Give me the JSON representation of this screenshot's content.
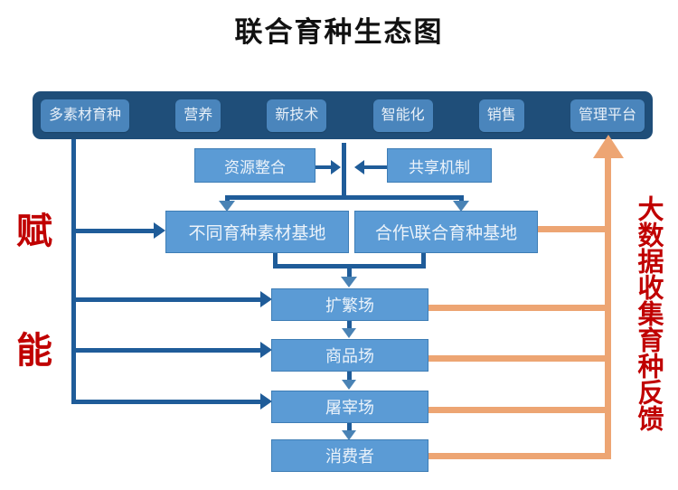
{
  "title": "联合育种生态图",
  "top_bar": {
    "name": "capability-bar",
    "pills": [
      {
        "label": "多素材育种"
      },
      {
        "label": "营养"
      },
      {
        "label": "新技术"
      },
      {
        "label": "智能化"
      },
      {
        "label": "销售"
      },
      {
        "label": "管理平台"
      }
    ]
  },
  "nodes": {
    "resource_integration": "资源整合",
    "sharing_mechanism": "共享机制",
    "material_base": "不同育种素材基地",
    "joint_base": "合作\\联合育种基地",
    "multiplication_farm": "扩繁场",
    "commodity_farm": "商品场",
    "slaughterhouse": "屠宰场",
    "consumer": "消费者"
  },
  "side_labels": {
    "empower_char_1": "赋",
    "empower_char_2": "能",
    "feedback": "大数据收集育种反馈"
  },
  "colors": {
    "dark_bar": "#1F4E79",
    "pill": "#4A85BC",
    "box_fill": "#5B9BD5",
    "box_border": "#3E7DB5",
    "blue_line": "#1F5C99",
    "orange_line": "#EDA573",
    "red_text": "#C00000",
    "title_text": "#111111"
  }
}
